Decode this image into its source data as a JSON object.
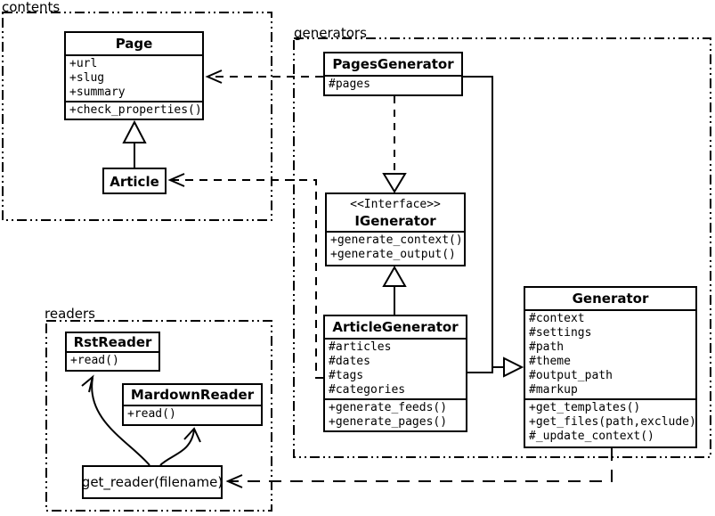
{
  "packages": {
    "contents": {
      "label": "contents"
    },
    "generators": {
      "label": "generators"
    },
    "readers": {
      "label": "readers"
    }
  },
  "classes": {
    "page": {
      "name": "Page",
      "attributes": [
        "+url",
        "+slug",
        "+summary"
      ],
      "methods": [
        "+check_properties()"
      ]
    },
    "article": {
      "name": "Article"
    },
    "pages_generator": {
      "name": "PagesGenerator",
      "attributes": [
        "#pages"
      ]
    },
    "igenerator": {
      "stereotype": "<<Interface>>",
      "name": "IGenerator",
      "methods": [
        "+generate_context()",
        "+generate_output()"
      ]
    },
    "article_generator": {
      "name": "ArticleGenerator",
      "attributes": [
        "#articles",
        "#dates",
        "#tags",
        "#categories"
      ],
      "methods": [
        "+generate_feeds()",
        "+generate_pages()"
      ]
    },
    "generator": {
      "name": "Generator",
      "attributes": [
        "#context",
        "#settings",
        "#path",
        "#theme",
        "#output_path",
        "#markup"
      ],
      "methods": [
        "+get_templates()",
        "+get_files(path,exclude)",
        "#_update_context()"
      ]
    },
    "rst_reader": {
      "name": "RstReader",
      "methods": [
        "+read()"
      ]
    },
    "mardown_reader": {
      "name": "MardownReader",
      "methods": [
        "+read()"
      ]
    },
    "get_reader": {
      "label": "get_reader(filename)"
    }
  },
  "colors": {
    "line": "#000000",
    "background": "#ffffff",
    "box_fill": "#ffffff"
  }
}
